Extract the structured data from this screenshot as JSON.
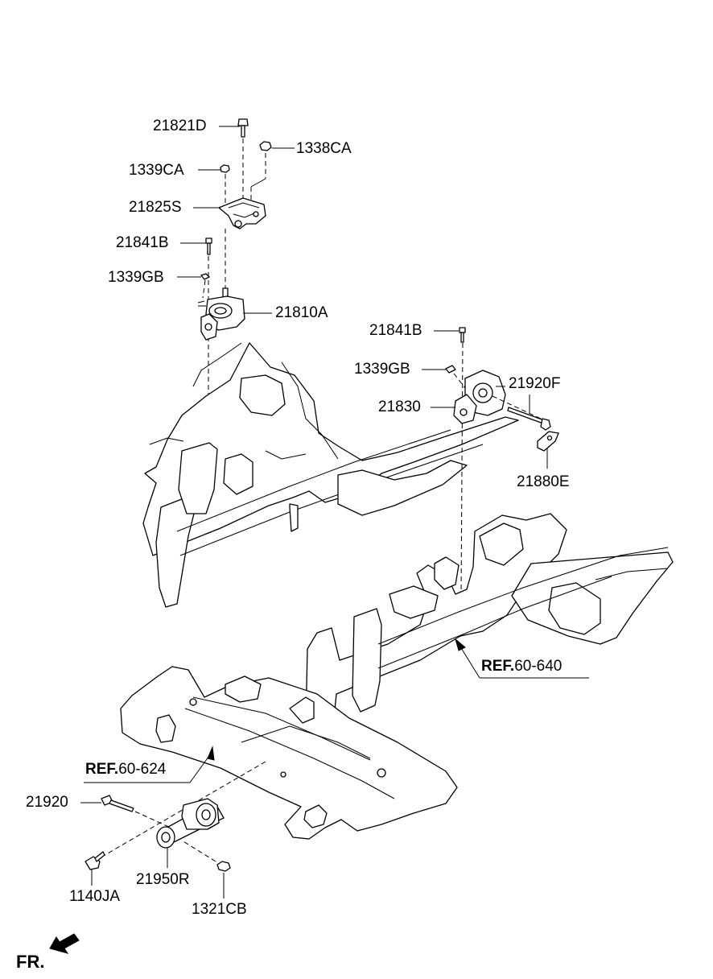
{
  "labels": {
    "p21821D": "21821D",
    "p1338CA": "1338CA",
    "p1339CA": "1339CA",
    "p21825S": "21825S",
    "p21841B_top": "21841B",
    "p1339GB_top": "1339GB",
    "p21810A": "21810A",
    "p21841B_right": "21841B",
    "p1339GB_right": "1339GB",
    "p21920F": "21920F",
    "p21830": "21830",
    "p21880E": "21880E",
    "p21920": "21920",
    "p1140JA": "1140JA",
    "p21950R": "21950R",
    "p1321CB": "1321CB"
  },
  "references": {
    "ref_640": {
      "prefix": "REF.",
      "code": "60-640"
    },
    "ref_624": {
      "prefix": "REF.",
      "code": "60-624"
    }
  },
  "direction": {
    "label": "FR."
  }
}
